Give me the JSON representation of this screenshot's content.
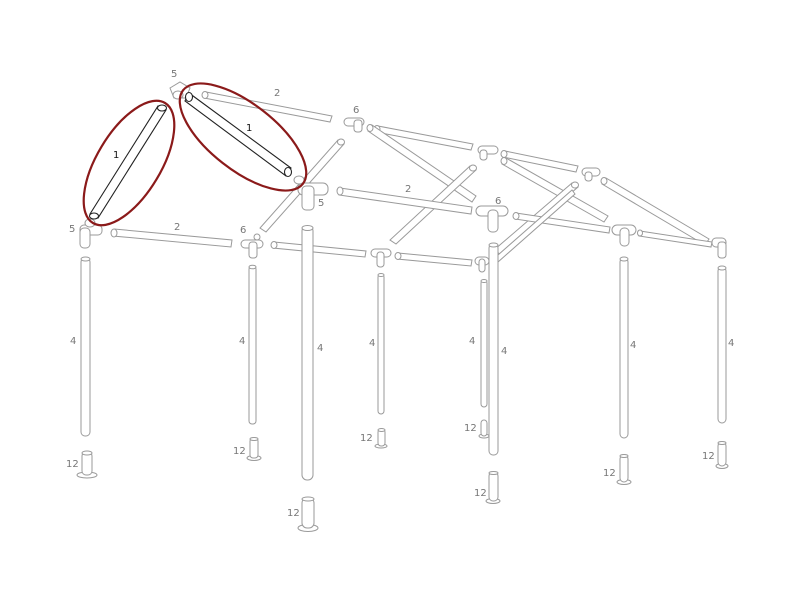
{
  "diagram": {
    "title": "",
    "highlight_color": "#8b1a1a",
    "line_color": "#9a9a9a",
    "label_color": "#777777",
    "highlighted_parts": [
      {
        "label": "1",
        "note": "left roof rafter (highlighted)"
      },
      {
        "label": "1",
        "note": "right roof rafter (highlighted)"
      }
    ],
    "labels": {
      "rafter_left": "1",
      "rafter_right": "1",
      "top_fitting_ridge_front": "5",
      "top_fitting_eave_front": "5",
      "top_fitting_mid": "5",
      "ridge_beam_1": "2",
      "eave_beam_front": "2",
      "eave_beam_mid": "2",
      "fitting_6a": "6",
      "fitting_6b": "6",
      "fitting_6c": "6",
      "leg_1": "4",
      "leg_2": "4",
      "leg_3": "4",
      "leg_4": "4",
      "leg_5": "4",
      "leg_6": "4",
      "leg_7": "4",
      "leg_8": "4",
      "foot_1": "12",
      "foot_2": "12",
      "foot_3": "12",
      "foot_4": "12",
      "foot_5": "12",
      "foot_6": "12",
      "foot_7": "12",
      "foot_8": "12"
    }
  }
}
